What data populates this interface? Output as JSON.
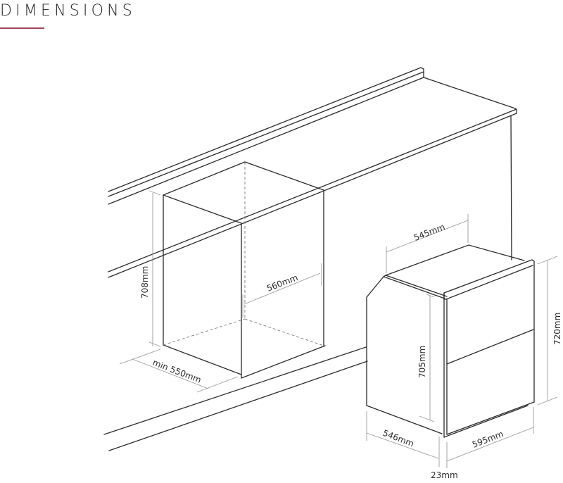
{
  "header": {
    "title": "DIMENSIONS",
    "accent_color": "#a04455"
  },
  "diagram": {
    "description": "Isometric installation drawing of an integrated dishwasher: kitchen counter with cabinet cut-out (left) and appliance (right)",
    "cutout": {
      "height_label": "708mm",
      "depth_label": "560mm",
      "width_label": "min 550mm"
    },
    "appliance": {
      "top_depth_label": "545mm",
      "body_height_label": "705mm",
      "overall_height_label": "720mm",
      "depth_label": "546mm",
      "width_label": "595mm",
      "door_offset_label": "23mm"
    },
    "colors": {
      "line": "#2a2a2a",
      "dimension_line": "#9a9a9a",
      "hidden_line": "#777777"
    }
  }
}
